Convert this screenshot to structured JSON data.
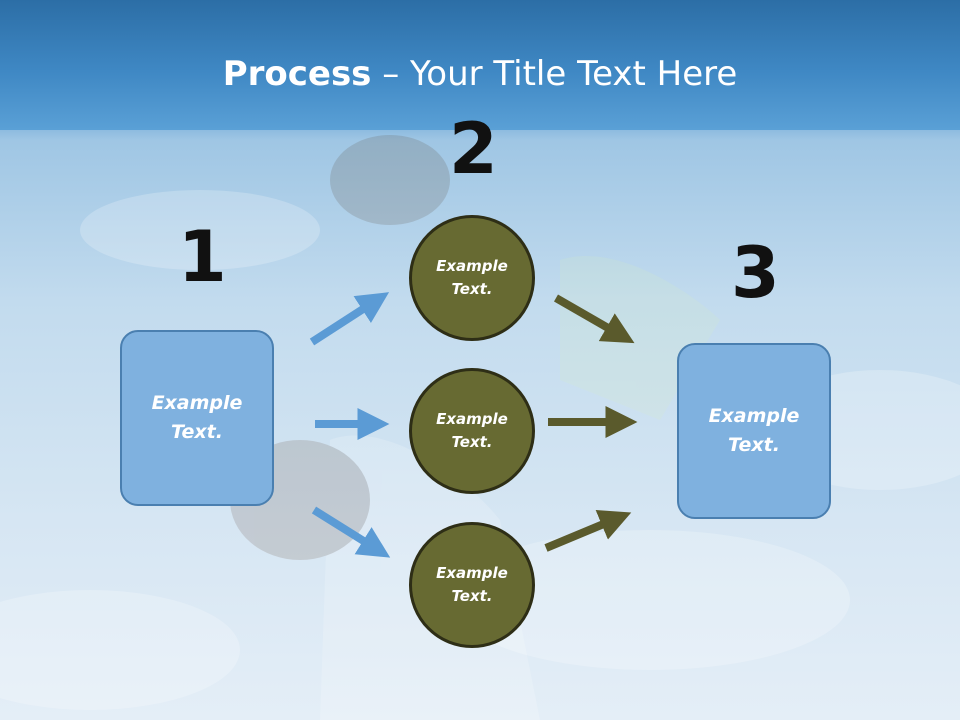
{
  "title": {
    "bold": "Process",
    "rest": " – Your Title Text Here"
  },
  "steps": {
    "one": "1",
    "two": "2",
    "three": "3"
  },
  "left_box": {
    "text": "Example Text."
  },
  "right_box": {
    "text": "Example Text."
  },
  "circles": [
    {
      "text": "Example Text."
    },
    {
      "text": "Example Text."
    },
    {
      "text": "Example Text."
    }
  ],
  "colors": {
    "box_fill": "#7fb1df",
    "circle_fill": "#676a32",
    "blue_arrow": "#5b9bd5",
    "olive_arrow": "#5a5a2c"
  }
}
